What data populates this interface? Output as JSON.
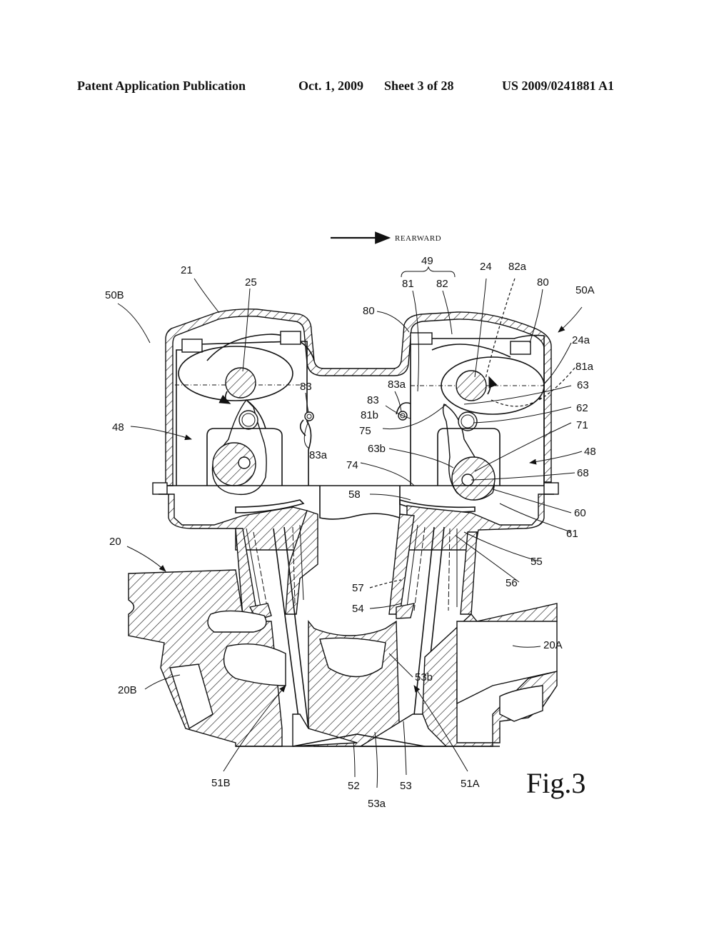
{
  "header": {
    "publication_type": "Patent Application Publication",
    "date": "Oct. 1, 2009",
    "sheet": "Sheet 3 of 28",
    "publication_number": "US 2009/0241881 A1"
  },
  "figure": {
    "caption": "Fig.3",
    "direction_label": "REARWARD",
    "reference_labels": {
      "r21": "21",
      "r25": "25",
      "r50B": "50B",
      "r49": "49",
      "r81": "81",
      "r82": "82",
      "r24": "24",
      "r82a": "82a",
      "r80_right": "80",
      "r50A": "50A",
      "r80_left": "80",
      "r24a": "24a",
      "r81a": "81a",
      "r83_left": "83",
      "r83a_top": "83a",
      "r83_right": "83",
      "r63": "63",
      "r81b": "81b",
      "r75": "75",
      "r62": "62",
      "r48_left": "48",
      "r71": "71",
      "r63b": "63b",
      "r48_right": "48",
      "r83a_left": "83a",
      "r74": "74",
      "r68": "68",
      "r58": "58",
      "r60": "60",
      "r61": "61",
      "r20": "20",
      "r55": "55",
      "r56": "56",
      "r57": "57",
      "r54": "54",
      "r20A": "20A",
      "r53b": "53b",
      "r20B": "20B",
      "r51B": "51B",
      "r52": "52",
      "r53": "53",
      "r51A": "51A",
      "r53a": "53a"
    }
  }
}
